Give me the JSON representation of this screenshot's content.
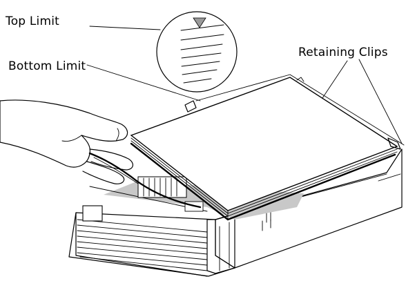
{
  "labels": {
    "top_limit": "Top Limit",
    "bottom_limit": "Bottom Limit",
    "retaining_clips": "Retaining Clips"
  },
  "colors": {
    "ink": "#000000",
    "paper": "#ffffff",
    "shade": "#c8c8c8"
  }
}
